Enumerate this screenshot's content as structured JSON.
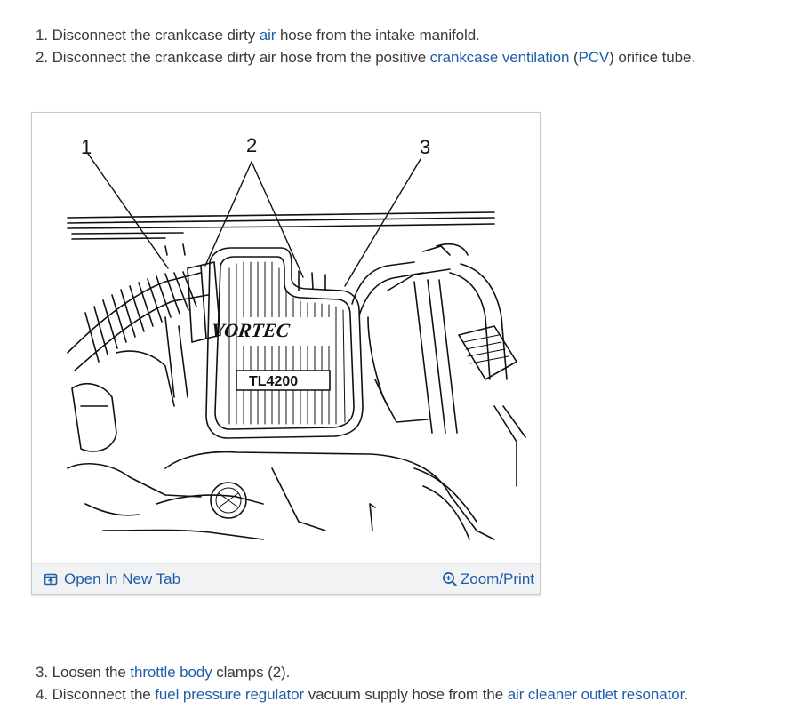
{
  "steps": [
    {
      "number": "1.",
      "parts": [
        {
          "text": "Disconnect the crankcase dirty "
        },
        {
          "text": "air",
          "link": true
        },
        {
          "text": " hose from the intake manifold."
        }
      ]
    },
    {
      "number": "2.",
      "parts": [
        {
          "text": "Disconnect the crankcase dirty air hose from the positive "
        },
        {
          "text": "crankcase ventilation",
          "link": true
        },
        {
          "text": " ("
        },
        {
          "text": "PCV",
          "link": true
        },
        {
          "text": ") orifice tube."
        }
      ]
    },
    {
      "number": "3.",
      "parts": [
        {
          "text": "Loosen the "
        },
        {
          "text": "throttle body",
          "link": true
        },
        {
          "text": " clamps (2)."
        }
      ]
    },
    {
      "number": "4.",
      "parts": [
        {
          "text": "Disconnect the "
        },
        {
          "text": "fuel pressure regulator",
          "link": true
        },
        {
          "text": " vacuum supply hose from the "
        },
        {
          "text": "air cleaner outlet resonator",
          "link": true
        },
        {
          "text": "."
        }
      ]
    }
  ],
  "figure": {
    "callouts": [
      "1",
      "2",
      "3"
    ],
    "engine_cover_brand": "VORTEC",
    "engine_cover_model": "TL4200",
    "open_tab_label": "Open In New Tab",
    "zoom_label": "Zoom/Print",
    "open_tab_icon": "open-in-new-tab-icon",
    "zoom_icon": "zoom-in-icon"
  },
  "colors": {
    "text": "#3a3a3a",
    "link": "#1f5ea8",
    "bar_background": "#f1f2f4",
    "border": "#c9c9c9"
  }
}
